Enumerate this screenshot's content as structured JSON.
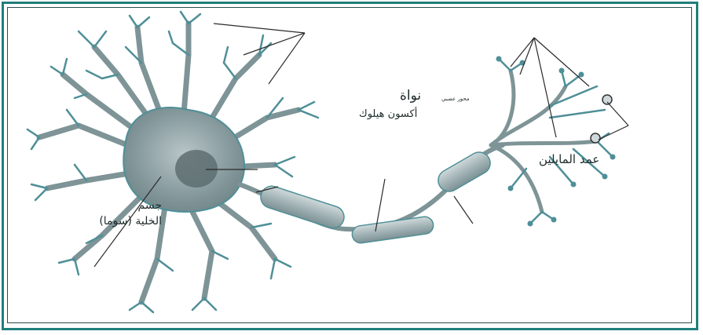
{
  "diagram": {
    "title": "",
    "colors": {
      "frame_border": "#1f7f7b",
      "cell_fill": "#8fa3a6",
      "cell_edge": "#2f8c93",
      "nucleus": "#5d6d70",
      "myelin": "#a7b5b8",
      "leader_line": "#2a2a2a"
    },
    "labels": {
      "nucleus": "نواة",
      "axon_hillock": "أكسون هيلوك",
      "axon": "محور عصبي",
      "dendrites": "عمد المايلين",
      "soma_line1": "جسم",
      "soma_line2": "الخلية (سوما)"
    }
  }
}
